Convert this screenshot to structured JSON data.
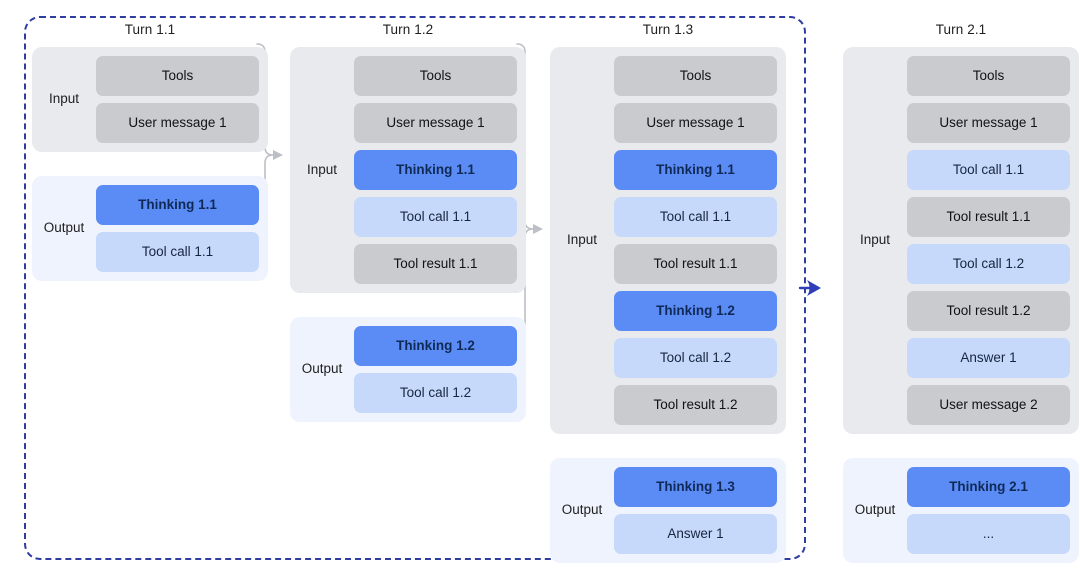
{
  "diagram": {
    "title_present": false,
    "colors": {
      "thinking": "#5b8cf5",
      "tool_call": "#c6d9fb",
      "context": "#c9cbce",
      "input_panel": "#e8eaee",
      "output_panel": "#eff3fd",
      "group_border": "#2f3e9e",
      "connector": "#b9bcc2",
      "turn_arrow": "#2f3eb8"
    },
    "group": {
      "name": "turn-1-group",
      "style": "dashed"
    },
    "labels": {
      "input": "Input",
      "output": "Output"
    },
    "columns": [
      {
        "id": "turn-1-1",
        "title": "Turn 1.1",
        "input": [
          {
            "label": "Tools",
            "kind": "context"
          },
          {
            "label": "User message 1",
            "kind": "context"
          }
        ],
        "output": [
          {
            "label": "Thinking 1.1",
            "kind": "thinking"
          },
          {
            "label": "Tool call 1.1",
            "kind": "tool_call"
          }
        ]
      },
      {
        "id": "turn-1-2",
        "title": "Turn 1.2",
        "input": [
          {
            "label": "Tools",
            "kind": "context"
          },
          {
            "label": "User message 1",
            "kind": "context"
          },
          {
            "label": "Thinking 1.1",
            "kind": "thinking"
          },
          {
            "label": "Tool call 1.1",
            "kind": "tool_call"
          },
          {
            "label": "Tool result 1.1",
            "kind": "context"
          }
        ],
        "output": [
          {
            "label": "Thinking 1.2",
            "kind": "thinking"
          },
          {
            "label": "Tool call 1.2",
            "kind": "tool_call"
          }
        ]
      },
      {
        "id": "turn-1-3",
        "title": "Turn 1.3",
        "input": [
          {
            "label": "Tools",
            "kind": "context"
          },
          {
            "label": "User message 1",
            "kind": "context"
          },
          {
            "label": "Thinking 1.1",
            "kind": "thinking"
          },
          {
            "label": "Tool call 1.1",
            "kind": "tool_call"
          },
          {
            "label": "Tool result 1.1",
            "kind": "context"
          },
          {
            "label": "Thinking 1.2",
            "kind": "thinking"
          },
          {
            "label": "Tool call 1.2",
            "kind": "tool_call"
          },
          {
            "label": "Tool result 1.2",
            "kind": "context"
          }
        ],
        "output": [
          {
            "label": "Thinking 1.3",
            "kind": "thinking"
          },
          {
            "label": "Answer 1",
            "kind": "tool_call"
          }
        ]
      },
      {
        "id": "turn-2-1",
        "title": "Turn 2.1",
        "input": [
          {
            "label": "Tools",
            "kind": "context"
          },
          {
            "label": "User message 1",
            "kind": "context"
          },
          {
            "label": "Tool call 1.1",
            "kind": "tool_call"
          },
          {
            "label": "Tool result 1.1",
            "kind": "context"
          },
          {
            "label": "Tool call 1.2",
            "kind": "tool_call"
          },
          {
            "label": "Tool result 1.2",
            "kind": "context"
          },
          {
            "label": "Answer 1",
            "kind": "tool_call"
          },
          {
            "label": "User message 2",
            "kind": "context"
          }
        ],
        "output": [
          {
            "label": "Thinking 2.1",
            "kind": "thinking"
          },
          {
            "label": "...",
            "kind": "tool_call"
          }
        ]
      }
    ]
  }
}
